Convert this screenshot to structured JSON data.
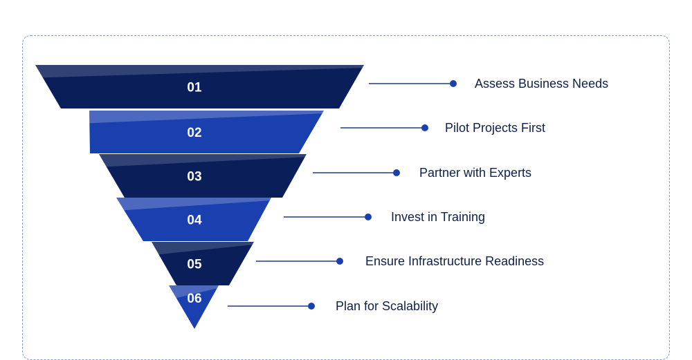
{
  "colors": {
    "dark": "#0a1f5a",
    "blue": "#1a3fae",
    "connector": "#1d3a8a",
    "dot": "#1a3fae",
    "text": "#0e1f4d"
  },
  "steps": [
    {
      "number": "01",
      "label": "Assess Business Needs",
      "tone": "dark"
    },
    {
      "number": "02",
      "label": "Pilot Projects First",
      "tone": "blue"
    },
    {
      "number": "03",
      "label": "Partner with Experts",
      "tone": "dark"
    },
    {
      "number": "04",
      "label": "Invest in Training",
      "tone": "blue"
    },
    {
      "number": "05",
      "label": "Ensure Infrastructure Readiness",
      "tone": "dark"
    },
    {
      "number": "06",
      "label": "Plan for Scalability",
      "tone": "blue"
    }
  ]
}
